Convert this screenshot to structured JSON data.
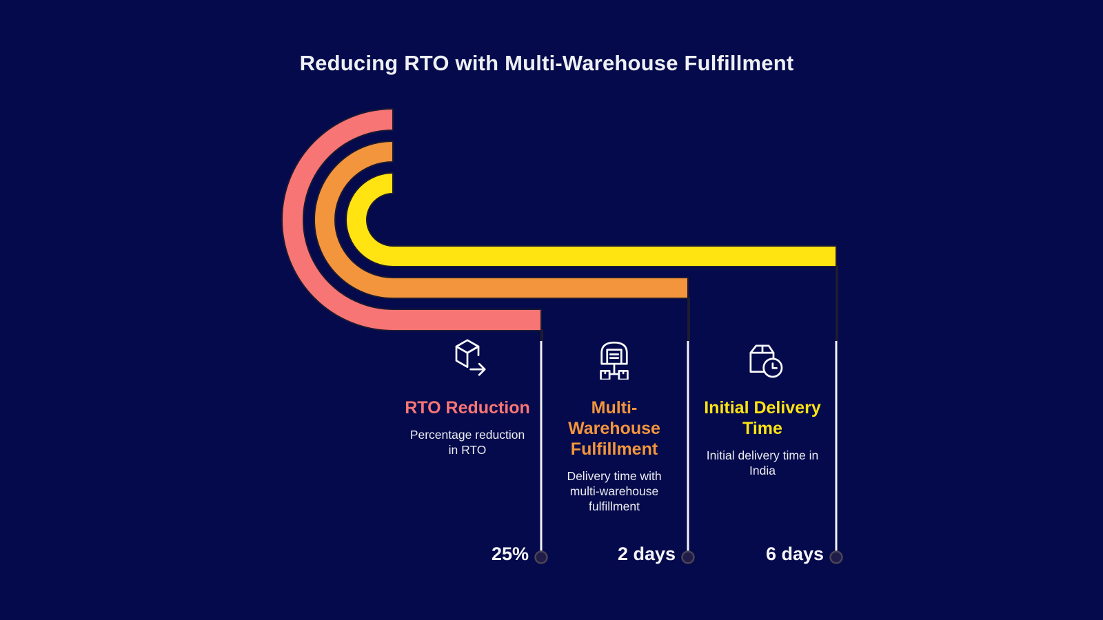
{
  "title": "Reducing RTO with Multi-Warehouse Fulfillment",
  "chart_data": {
    "type": "bar",
    "variant": "radial-hook-bars",
    "title": "Reducing RTO with Multi-Warehouse Fulfillment",
    "categories": [
      "RTO Reduction",
      "Multi-Warehouse Fulfillment",
      "Initial Delivery Time"
    ],
    "values": [
      25,
      2,
      6
    ],
    "value_labels": [
      "25%",
      "2 days",
      "6 days"
    ],
    "series": [
      {
        "name": "RTO Reduction",
        "value": 25,
        "label": "25%",
        "color": "#F87575"
      },
      {
        "name": "Multi-Warehouse Fulfillment",
        "value": 2,
        "label": "2 days",
        "color": "#F3953C"
      },
      {
        "name": "Initial Delivery Time",
        "value": 6,
        "label": "6 days",
        "color": "#FFE412"
      }
    ],
    "background": "#040A4B",
    "grid": false,
    "legend_position": "none"
  },
  "columns": [
    {
      "icon": "package-export-icon",
      "title": "RTO Reduction",
      "title_color": "#F87575",
      "description": "Percentage reduction in RTO",
      "value": "25%"
    },
    {
      "icon": "warehouse-distribution-icon",
      "title": "Multi-Warehouse Fulfillment",
      "title_color": "#F3953C",
      "description": "Delivery time with multi-warehouse fulfillment",
      "value": "2 days"
    },
    {
      "icon": "package-clock-icon",
      "title": "Initial Delivery Time",
      "title_color": "#FFE412",
      "description": "Initial delivery time in India",
      "value": "6 days"
    }
  ]
}
